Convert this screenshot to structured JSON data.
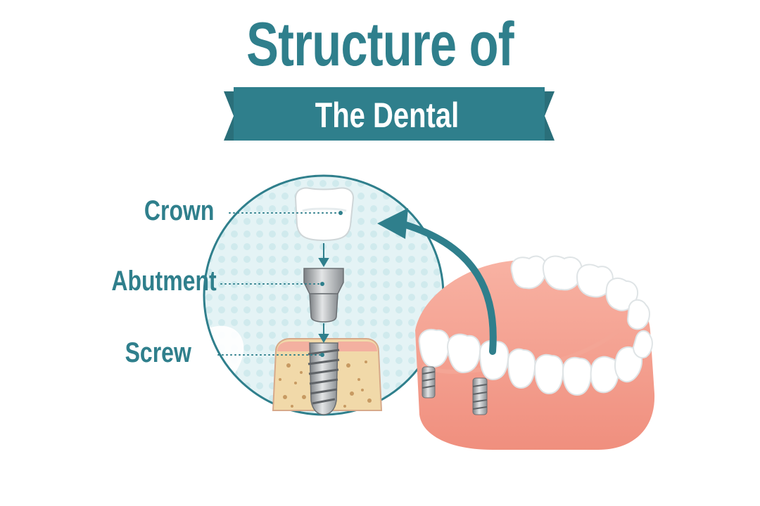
{
  "title": "Structure of",
  "subtitle": "The Dental Implant",
  "labels": {
    "crown": "Crown",
    "abutment": "Abutment",
    "screw": "Screw"
  },
  "colors": {
    "teal": "#2f7f8c",
    "gum": "#f6a99a",
    "bone": "#f1d9a9",
    "metal": "#a9acae",
    "tooth": "#ffffff",
    "circle_bg": "#d9eef0"
  }
}
